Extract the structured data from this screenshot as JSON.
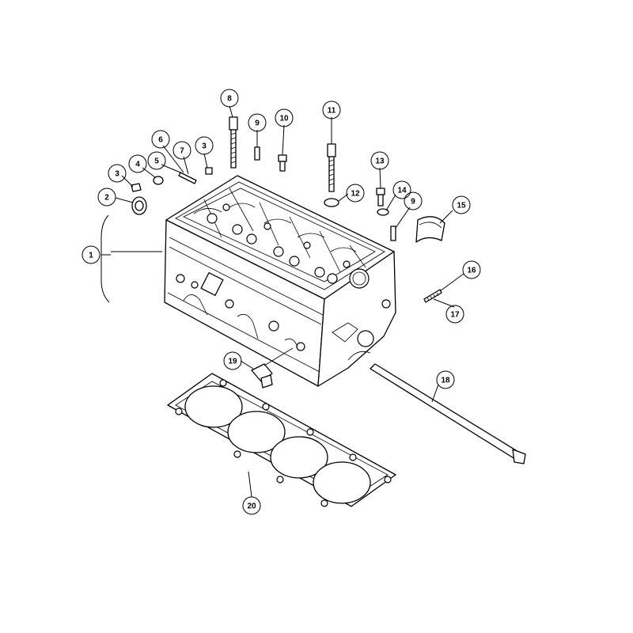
{
  "diagram": {
    "callouts": [
      {
        "id": "c1",
        "label": "1"
      },
      {
        "id": "c2",
        "label": "2"
      },
      {
        "id": "c3a",
        "label": "3"
      },
      {
        "id": "c3b",
        "label": "3"
      },
      {
        "id": "c4",
        "label": "4"
      },
      {
        "id": "c5",
        "label": "5"
      },
      {
        "id": "c6",
        "label": "6"
      },
      {
        "id": "c7",
        "label": "7"
      },
      {
        "id": "c8",
        "label": "8"
      },
      {
        "id": "c9a",
        "label": "9"
      },
      {
        "id": "c9b",
        "label": "9"
      },
      {
        "id": "c10",
        "label": "10"
      },
      {
        "id": "c11",
        "label": "11"
      },
      {
        "id": "c12",
        "label": "12"
      },
      {
        "id": "c13",
        "label": "13"
      },
      {
        "id": "c14",
        "label": "14"
      },
      {
        "id": "c15",
        "label": "15"
      },
      {
        "id": "c16",
        "label": "16"
      },
      {
        "id": "c17",
        "label": "17"
      },
      {
        "id": "c18",
        "label": "18"
      },
      {
        "id": "c19",
        "label": "19"
      },
      {
        "id": "c20",
        "label": "20"
      }
    ]
  }
}
